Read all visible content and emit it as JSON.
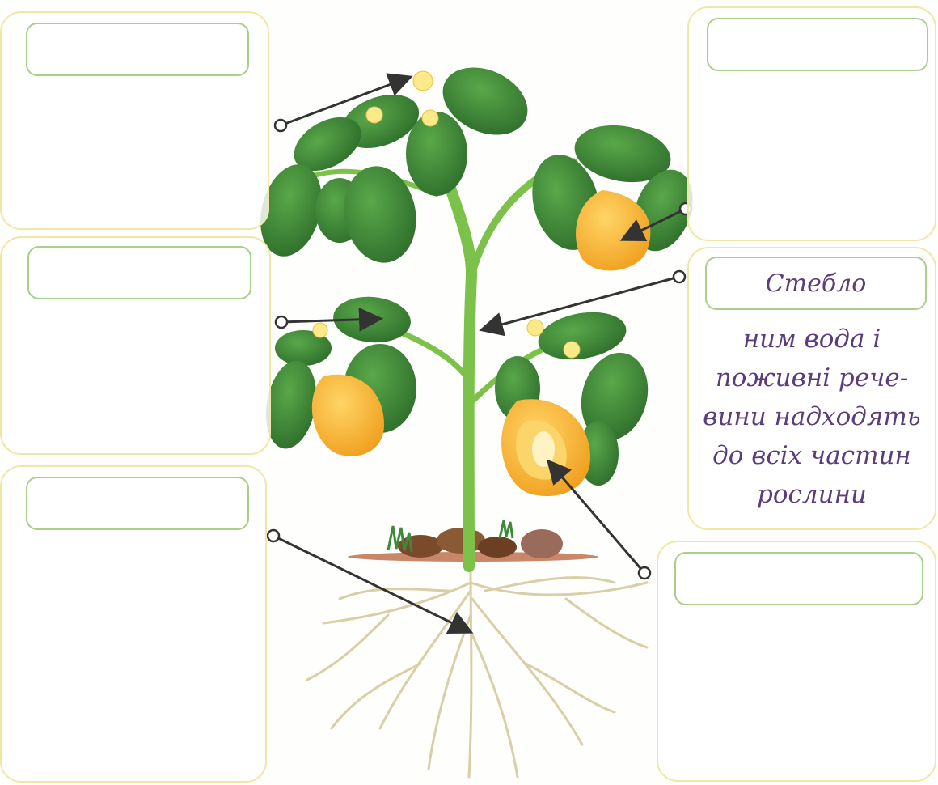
{
  "cards": [
    {
      "id": "flower",
      "label": "",
      "text": ""
    },
    {
      "id": "leaf",
      "label": "",
      "text": ""
    },
    {
      "id": "root",
      "label": "",
      "text": ""
    },
    {
      "id": "fruit",
      "label": "",
      "text": ""
    },
    {
      "id": "stem",
      "label": "Стебло",
      "text": "ним вода і\nпоживні рече-\nвини надходять\nдо всіх частин\nрослини"
    },
    {
      "id": "seed",
      "label": "",
      "text": ""
    }
  ],
  "colors": {
    "card_border": "#f2e6a6",
    "label_border": "#a9cf8a",
    "text": "#5a3d7a",
    "leaf": "#3e8a3a",
    "stem": "#7cc24a",
    "pepper": "#f7b733",
    "root": "#d8cfa6",
    "soil": "#7a4a2a"
  }
}
